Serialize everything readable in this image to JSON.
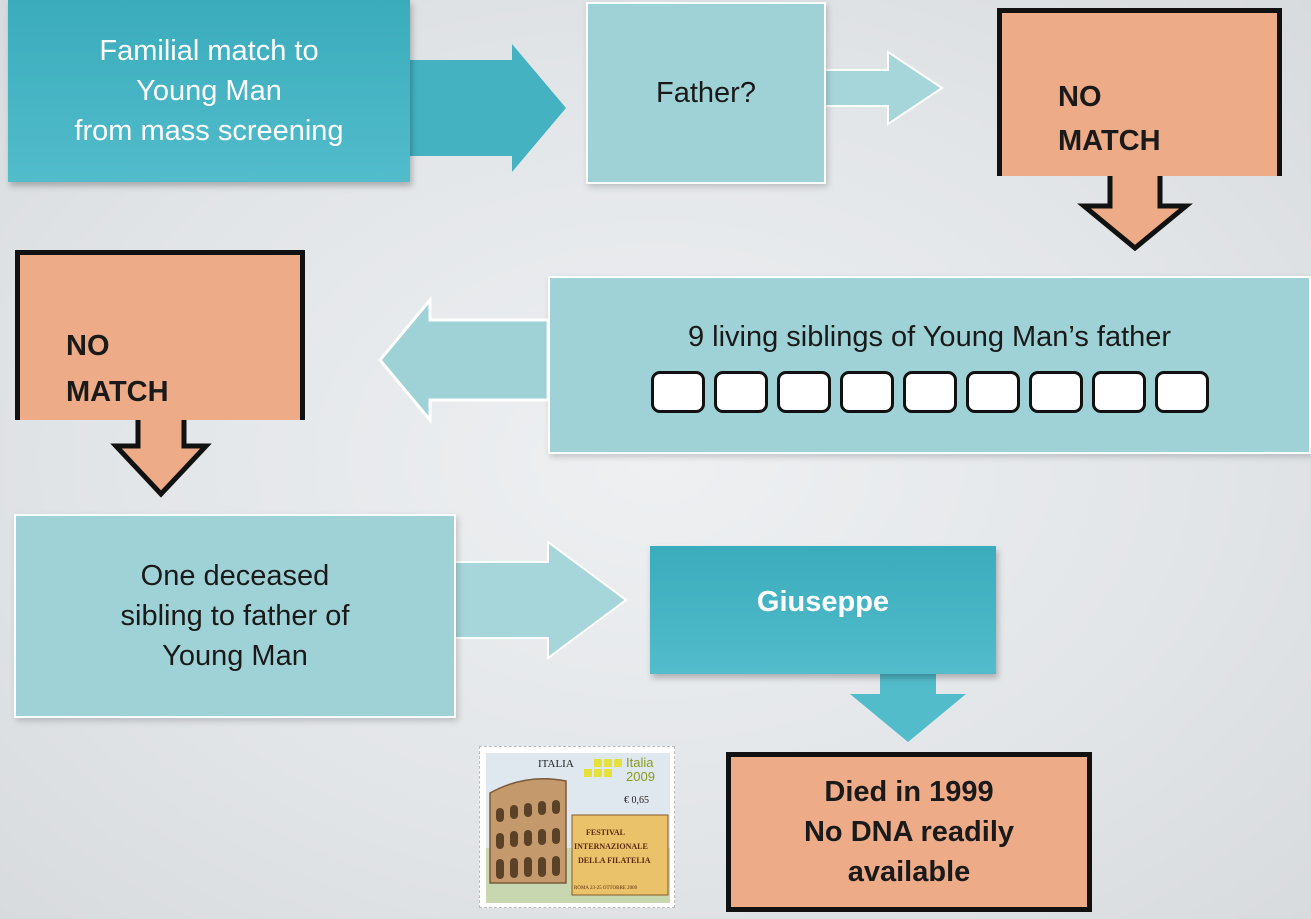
{
  "nodes": {
    "familial_match": [
      "Familial match to",
      "Young Man",
      "from mass screening"
    ],
    "father": "Father?",
    "no_match_1": [
      "NO",
      "MATCH"
    ],
    "living_siblings": {
      "title": "9 living siblings of Young Man’s father",
      "count": 9
    },
    "no_match_2": [
      "NO",
      "MATCH"
    ],
    "deceased_sibling": [
      "One deceased",
      "sibling to father of",
      "Young Man"
    ],
    "giuseppe": "Giuseppe",
    "died": [
      "Died in 1999",
      "No DNA readily",
      "available"
    ]
  },
  "stamp": {
    "country": "ITALIA",
    "event_year": "2009",
    "event_name": "Italia",
    "price": "€ 0,65",
    "festival_lines": [
      "FESTIVAL",
      "INTERNAZIONALE",
      "DELLA FILATELIA"
    ],
    "dates": "ROMA 23-25 OTTOBRE 2009"
  },
  "colors": {
    "dark_teal": "#3aacbc",
    "light_teal": "#9fd2d7",
    "salmon": "#eeab88",
    "outline": "#111111"
  }
}
